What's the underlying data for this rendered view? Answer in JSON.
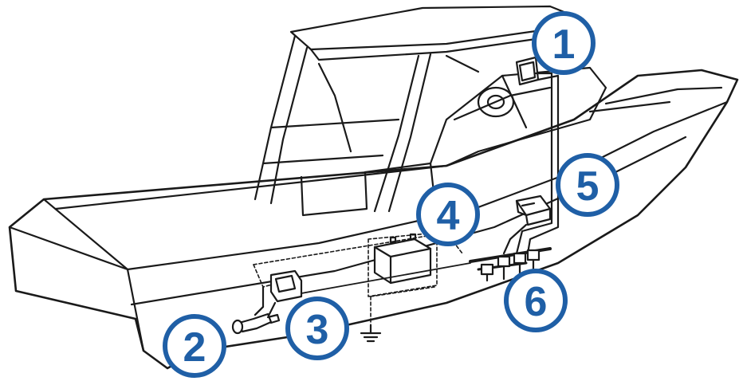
{
  "diagram": {
    "colors": {
      "callout": "#1f5fa6",
      "line": "#1a1a1a",
      "background": "#ffffff"
    },
    "callouts": [
      {
        "id": 1,
        "label": "1"
      },
      {
        "id": 2,
        "label": "2"
      },
      {
        "id": 3,
        "label": "3"
      },
      {
        "id": 4,
        "label": "4"
      },
      {
        "id": 5,
        "label": "5"
      },
      {
        "id": 6,
        "label": "6"
      }
    ]
  }
}
